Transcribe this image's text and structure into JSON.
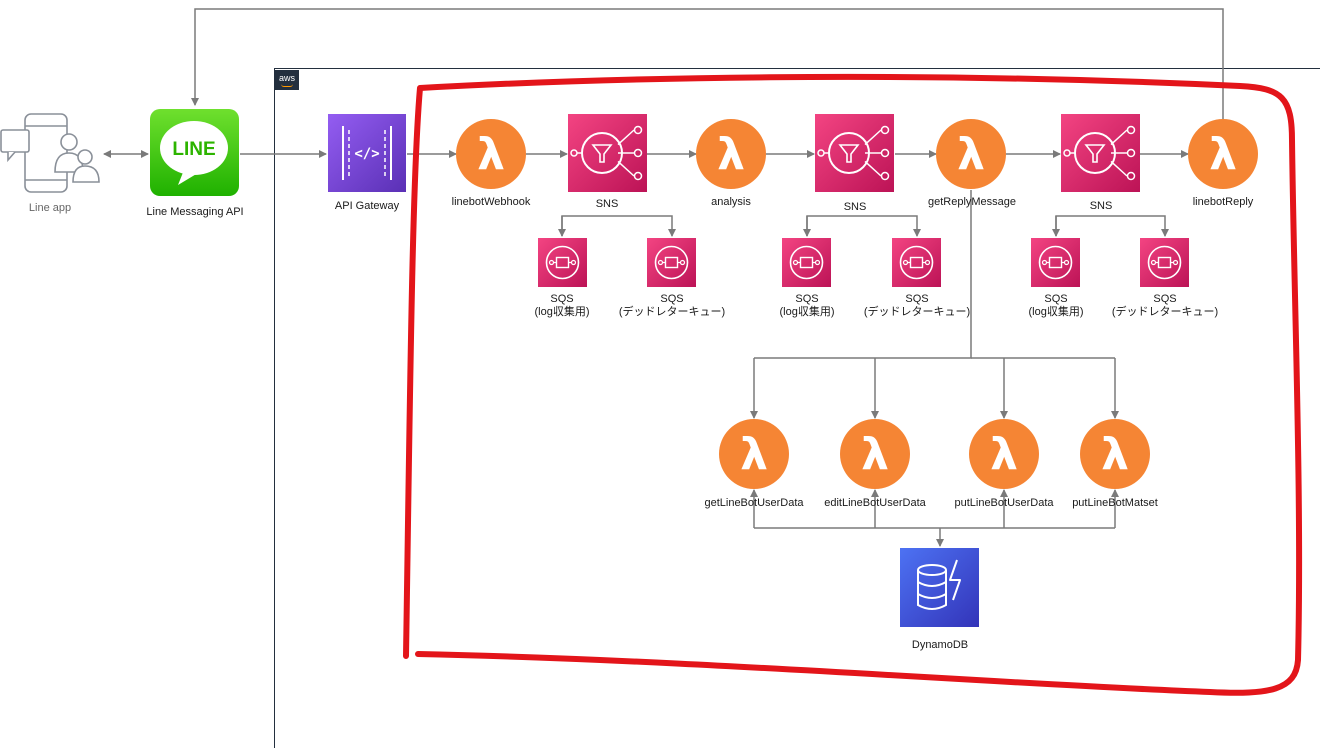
{
  "cloud": {
    "badge": "aws"
  },
  "nodes": {
    "line_app": {
      "label": "Line app"
    },
    "line_api": {
      "label": "Line Messaging API",
      "logo_text": "LINE"
    },
    "api_gateway": {
      "label": "API Gateway"
    },
    "webhook": {
      "label": "linebotWebhook"
    },
    "sns1": {
      "label": "SNS"
    },
    "analysis": {
      "label": "analysis"
    },
    "sns2": {
      "label": "SNS"
    },
    "get_reply": {
      "label": "getReplyMessage"
    },
    "sns3": {
      "label": "SNS"
    },
    "linebot_reply": {
      "label": "linebotReply"
    },
    "sqs_log": {
      "line1": "SQS",
      "line2": "(log収集用)"
    },
    "sqs_dlq": {
      "line1": "SQS",
      "line2": "(デッドレターキュー)"
    },
    "get_user": {
      "label": "getLineBotUserData"
    },
    "edit_user": {
      "label": "editLineBotUserData"
    },
    "put_user": {
      "label": "putLineBotUserData"
    },
    "put_matset": {
      "label": "putLineBotMatset"
    },
    "dynamodb": {
      "label": "DynamoDB"
    }
  },
  "icons": {
    "lambda": "λ",
    "api_gateway": "</>"
  },
  "colors": {
    "lambda": "#f58534",
    "sns": "#e7157b",
    "sqs": "#e7157b",
    "api_gateway": "#7b3fe4",
    "dynamodb": "#3b48cc",
    "line": "#39cd00",
    "arrow": "#7a7a7a",
    "highlight": "#e3151a"
  }
}
